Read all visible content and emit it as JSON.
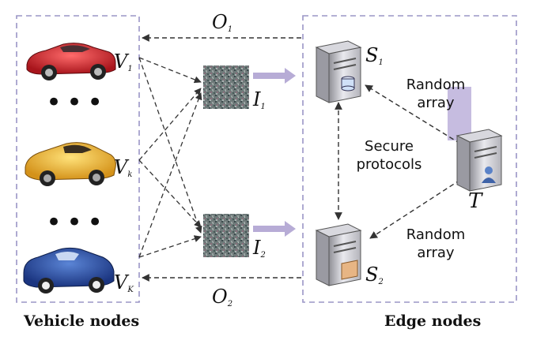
{
  "vehicles": [
    {
      "symbol": "V",
      "sub": "1",
      "color": "#c0262b"
    },
    {
      "symbol": "V",
      "sub": "k",
      "color": "#e2a81c"
    },
    {
      "symbol": "V",
      "sub": "K",
      "color": "#23469a"
    }
  ],
  "ellipsis": "•••",
  "images": [
    {
      "symbol": "I",
      "sub": "1"
    },
    {
      "symbol": "I",
      "sub": "2"
    }
  ],
  "outputs": [
    {
      "symbol": "O",
      "sub": "1"
    },
    {
      "symbol": "O",
      "sub": "2"
    }
  ],
  "servers": [
    {
      "symbol": "S",
      "sub": "1"
    },
    {
      "symbol": "S",
      "sub": "2"
    }
  ],
  "third_party": {
    "symbol": "T"
  },
  "annotations": {
    "random_array_top_1": "Random",
    "random_array_top_2": "array",
    "random_array_bottom_1": "Random",
    "random_array_bottom_2": "array",
    "secure_1": "Secure",
    "secure_2": "protocols"
  },
  "captions": {
    "vehicle_nodes": "Vehicle nodes",
    "edge_nodes": "Edge nodes"
  },
  "colors": {
    "box_border": "#9a95c6",
    "arrow": "#333333",
    "fat_arrow": "#b7acd6"
  }
}
